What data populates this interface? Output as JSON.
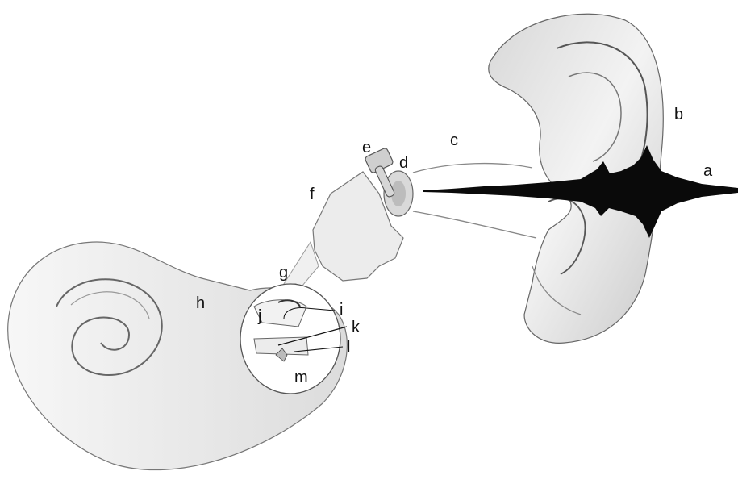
{
  "labels": {
    "a": "a",
    "b": "b",
    "c": "c",
    "d": "d",
    "e": "e",
    "f": "f",
    "g": "g",
    "h": "h",
    "i": "i",
    "j": "j",
    "k": "k",
    "l": "l",
    "m": "m"
  },
  "colors": {
    "ink": "#111111",
    "shade": "#8a8a8a",
    "bone": "#e6e6e6",
    "waveform": "#0a0a0a"
  }
}
